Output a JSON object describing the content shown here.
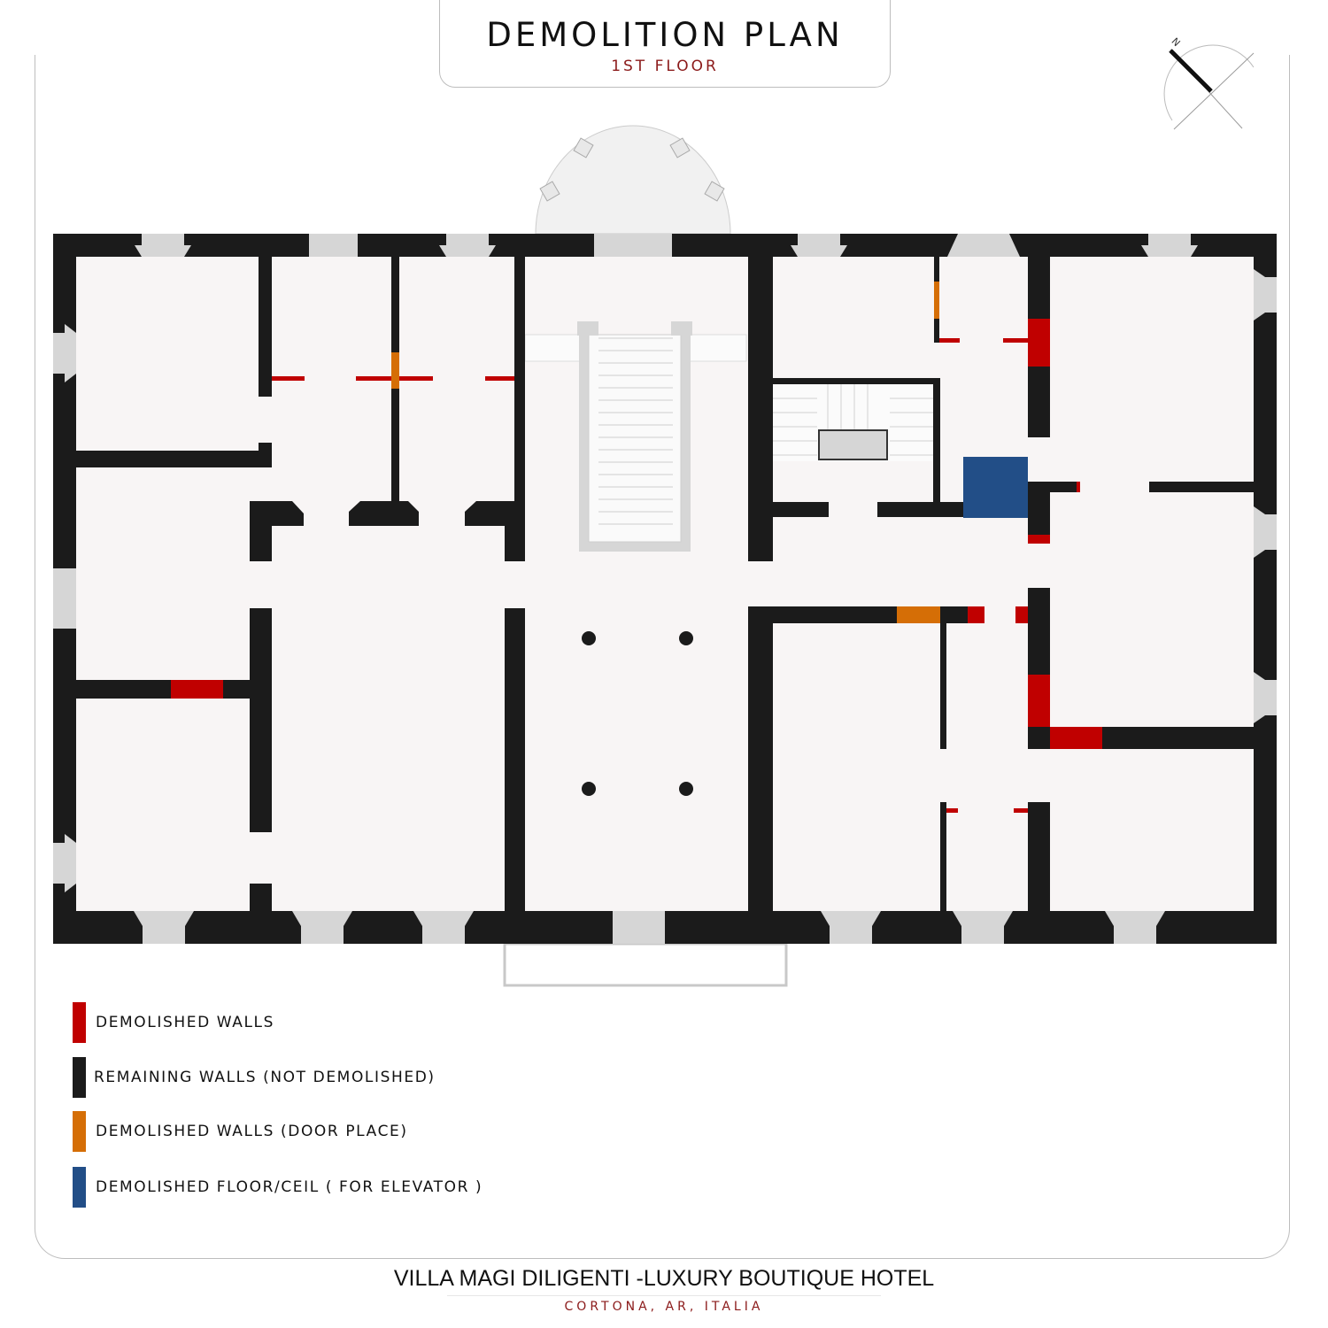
{
  "header": {
    "title": "DEMOLITION PLAN",
    "subtitle": "1ST FLOOR"
  },
  "compass": {
    "north_label": "N"
  },
  "legend": [
    {
      "label": "DEMOLISHED WALLS",
      "color": "#c00000"
    },
    {
      "label": "REMAINING WALLS (NOT DEMOLISHED)",
      "color": "#1b1b1b"
    },
    {
      "label": "DEMOLISHED WALLS (DOOR PLACE)",
      "color": "#d56e06"
    },
    {
      "label": "DEMOLISHED FLOOR/CEIL ( FOR ELEVATOR )",
      "color": "#224e87"
    }
  ],
  "footer": {
    "project": "VILLA MAGI DILIGENTI -LUXURY BOUTIQUE HOTEL",
    "location": "CORTONA, AR, ITALIA"
  },
  "colors": {
    "wall": "#1b1b1b",
    "floor": "#f8f5f5",
    "window": "#d6d6d6",
    "demolished": "#c00000",
    "door_place": "#d56e06",
    "elevator": "#224e87"
  }
}
